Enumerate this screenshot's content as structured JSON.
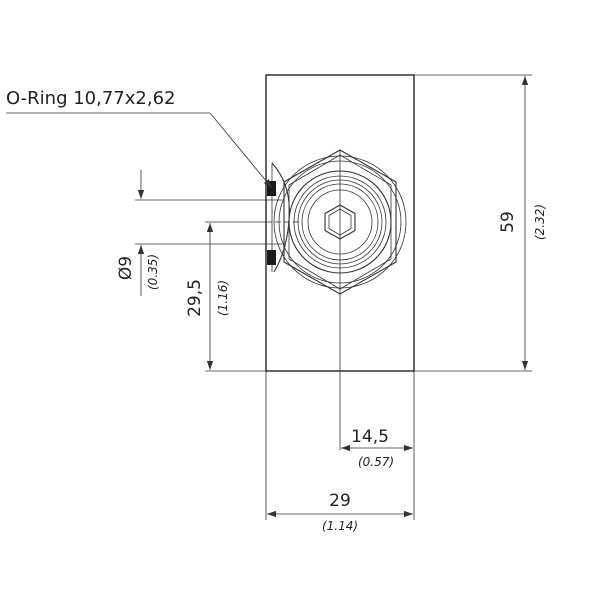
{
  "callout": {
    "oring": "O-Ring 10,77x2,62"
  },
  "dimensions": {
    "height": {
      "value": "59",
      "imperial": "(2.32)"
    },
    "width": {
      "value": "29",
      "imperial": "(1.14)"
    },
    "center_offset": {
      "value": "14,5",
      "imperial": "(0.57)"
    },
    "port_height": {
      "value": "29,5",
      "imperial": "(1.16)"
    },
    "port_diameter": {
      "value": "Ø9",
      "imperial": "(0.35)"
    }
  }
}
